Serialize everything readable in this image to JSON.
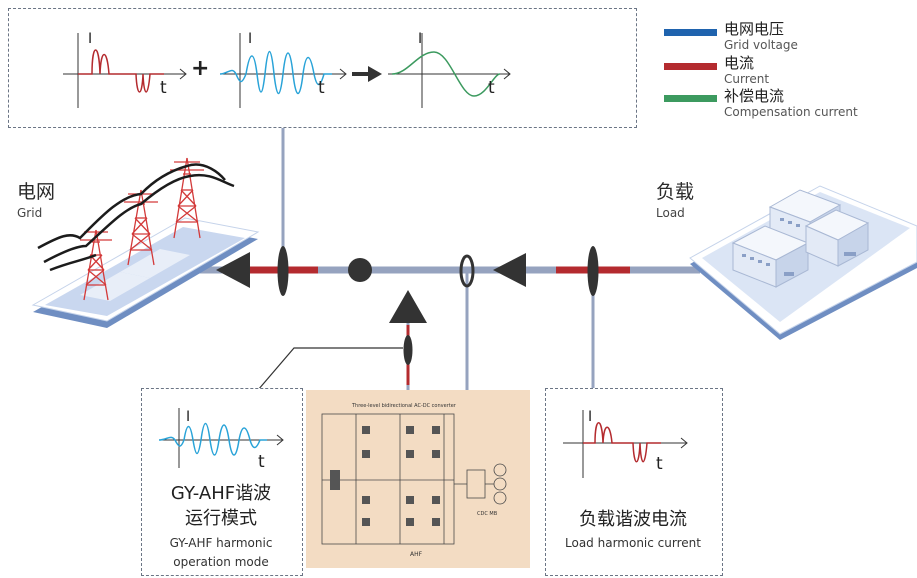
{
  "legend": {
    "items": [
      {
        "zh": "电网电压",
        "en": "Grid voltage",
        "color": "#1f63ae"
      },
      {
        "zh": "电流",
        "en": "Current",
        "color": "#b42b2f"
      },
      {
        "zh": "补偿电流",
        "en": "Compensation current",
        "color": "#3c9a5f"
      }
    ]
  },
  "top_box": {
    "graph1_axis_i": "I",
    "graph1_axis_t": "t",
    "plus": "+",
    "graph2_axis_i": "I",
    "graph2_axis_t": "t",
    "graph3_axis_i": "I",
    "graph3_axis_t": "t"
  },
  "grid": {
    "zh": "电网",
    "en": "Grid"
  },
  "load": {
    "zh": "负载",
    "en": "Load"
  },
  "ahf_box": {
    "axis_i": "I",
    "axis_t": "t",
    "title_line1": "GY-AHF谐波",
    "title_line2": "运行模式",
    "en_line1": "GY-AHF harmonic",
    "en_line2": "operation mode"
  },
  "load_box": {
    "axis_i": "I",
    "axis_t": "t",
    "title": "负载谐波电流",
    "en": "Load harmonic current"
  },
  "schematic": {
    "title": "Three-level bidirectional AC-DC converter",
    "caption": "AHF",
    "side_label": "CDC MB"
  },
  "colors": {
    "bus": "#96a3bf",
    "red": "#b42b2f",
    "blue_wave": "#29a3d8",
    "green_wave": "#3c9a5f",
    "dark": "#333333",
    "schematic_bg": "#f3dcc3"
  }
}
